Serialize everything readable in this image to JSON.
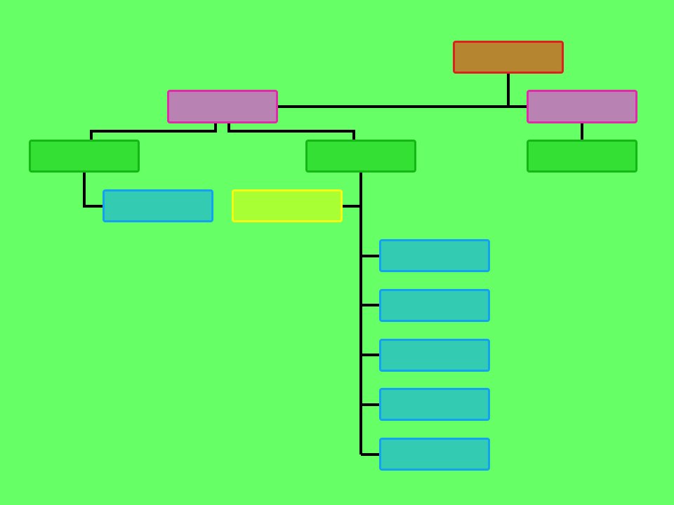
{
  "background": "#66ff66",
  "connector_color": "#000000",
  "palette": {
    "root": {
      "fill": "#b5852f",
      "border": "#e0201e"
    },
    "level1": {
      "fill": "#b882b3",
      "border": "#e12aa7"
    },
    "level2": {
      "fill": "#33e033",
      "border": "#14b814"
    },
    "leaf": {
      "fill": "#33ccb3",
      "border": "#12a2f0"
    },
    "highlight": {
      "fill": "#a8ff33",
      "border": "#f5ff12"
    }
  },
  "nodes": [
    {
      "id": "root",
      "label": "",
      "style": "root"
    },
    {
      "id": "manager-left",
      "label": "",
      "style": "level1"
    },
    {
      "id": "manager-right",
      "label": "",
      "style": "level1"
    },
    {
      "id": "team-a",
      "label": "",
      "style": "level2"
    },
    {
      "id": "team-b",
      "label": "",
      "style": "level2"
    },
    {
      "id": "team-c",
      "label": "",
      "style": "level2"
    },
    {
      "id": "member-a1",
      "label": "",
      "style": "leaf"
    },
    {
      "id": "assistant-b",
      "label": "",
      "style": "highlight"
    },
    {
      "id": "member-b1",
      "label": "",
      "style": "leaf"
    },
    {
      "id": "member-b2",
      "label": "",
      "style": "leaf"
    },
    {
      "id": "member-b3",
      "label": "",
      "style": "leaf"
    },
    {
      "id": "member-b4",
      "label": "",
      "style": "leaf"
    },
    {
      "id": "member-b5",
      "label": "",
      "style": "leaf"
    }
  ],
  "edges": [
    {
      "from": "root",
      "to": "manager-left"
    },
    {
      "from": "root",
      "to": "manager-right"
    },
    {
      "from": "manager-left",
      "to": "team-a"
    },
    {
      "from": "manager-left",
      "to": "team-b"
    },
    {
      "from": "manager-right",
      "to": "team-c"
    },
    {
      "from": "team-a",
      "to": "member-a1"
    },
    {
      "from": "team-b",
      "to": "assistant-b"
    },
    {
      "from": "team-b",
      "to": "member-b1"
    },
    {
      "from": "team-b",
      "to": "member-b2"
    },
    {
      "from": "team-b",
      "to": "member-b3"
    },
    {
      "from": "team-b",
      "to": "member-b4"
    },
    {
      "from": "team-b",
      "to": "member-b5"
    }
  ]
}
